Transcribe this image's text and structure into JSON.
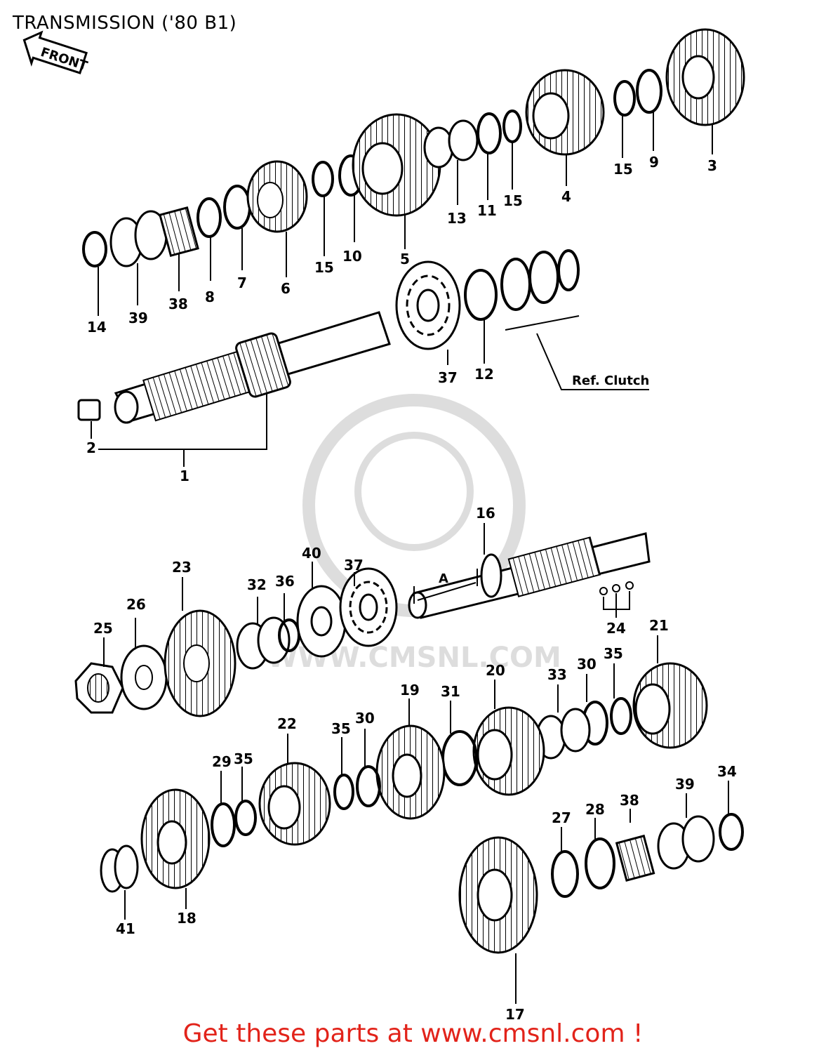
{
  "title": "TRANSMISSION ('80 B1)",
  "footer": "Get these parts at www.cmsnl.com !",
  "watermark": "WWW.CMSNL.COM",
  "front_label": "FRONT",
  "ref_clutch": "Ref. Clutch",
  "dimension_label": "A",
  "callouts": {
    "c1": "1",
    "c2": "2",
    "c3": "3",
    "c4": "4",
    "c5": "5",
    "c6": "6",
    "c7": "7",
    "c8": "8",
    "c9": "9",
    "c10": "10",
    "c11": "11",
    "c12": "12",
    "c13": "13",
    "c14": "14",
    "c15a": "15",
    "c15b": "15",
    "c15c": "15",
    "c16": "16",
    "c17": "17",
    "c18": "18",
    "c19": "19",
    "c20": "20",
    "c21": "21",
    "c22": "22",
    "c23": "23",
    "c24": "24",
    "c25": "25",
    "c26": "26",
    "c27": "27",
    "c28": "28",
    "c29": "29",
    "c30a": "30",
    "c30b": "30",
    "c31": "31",
    "c32": "32",
    "c33": "33",
    "c34": "34",
    "c35a": "35",
    "c35b": "35",
    "c35c": "35",
    "c36": "36",
    "c37a": "37",
    "c37b": "37",
    "c38a": "38",
    "c38b": "38",
    "c39a": "39",
    "c39b": "39",
    "c40": "40",
    "c41": "41"
  }
}
